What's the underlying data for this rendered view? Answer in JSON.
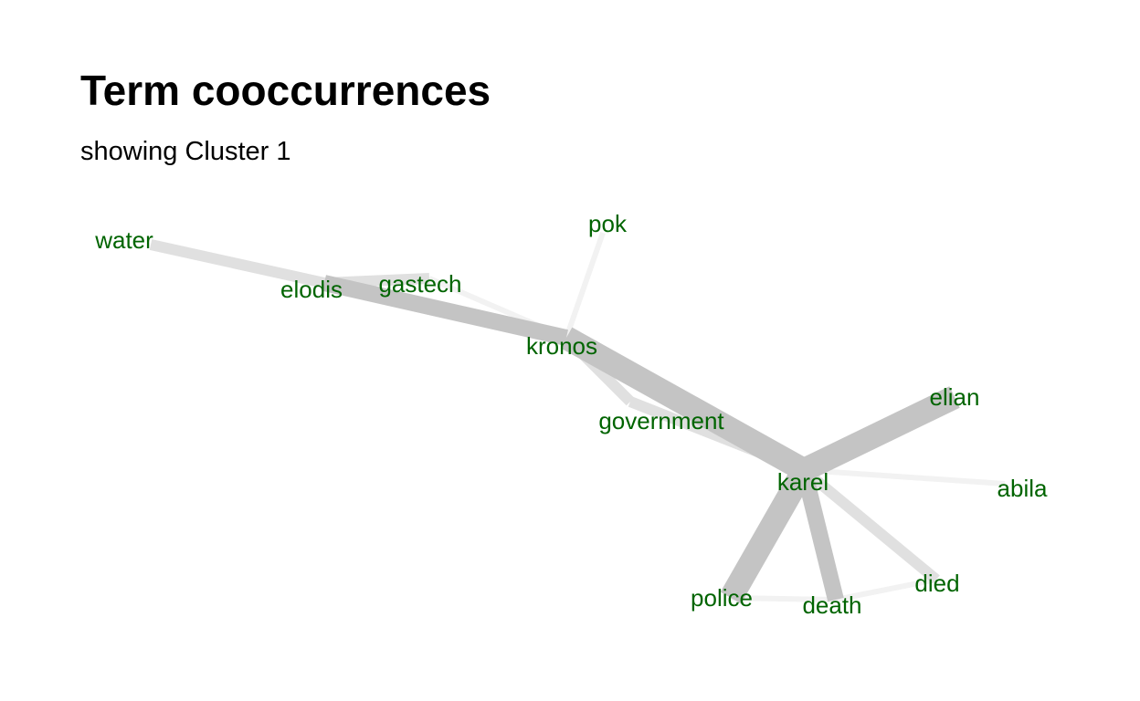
{
  "title": "Term cooccurrences",
  "subtitle": "showing Cluster 1",
  "colors": {
    "label": "#006400",
    "edge_light": "#f2f2f2",
    "edge_mid": "#e0e0e0",
    "edge_dark": "#c4c4c4"
  },
  "nodes": [
    {
      "id": "water",
      "label": "water"
    },
    {
      "id": "elodis",
      "label": "elodis"
    },
    {
      "id": "gastech",
      "label": "gastech"
    },
    {
      "id": "pok",
      "label": "pok"
    },
    {
      "id": "kronos",
      "label": "kronos"
    },
    {
      "id": "government",
      "label": "government"
    },
    {
      "id": "elian",
      "label": "elian"
    },
    {
      "id": "karel",
      "label": "karel"
    },
    {
      "id": "abila",
      "label": "abila"
    },
    {
      "id": "police",
      "label": "police"
    },
    {
      "id": "death",
      "label": "death"
    },
    {
      "id": "died",
      "label": "died"
    }
  ],
  "edges": [
    {
      "source": "water",
      "target": "elodis",
      "weight": 2
    },
    {
      "source": "elodis",
      "target": "gastech",
      "weight": 2
    },
    {
      "source": "elodis",
      "target": "kronos",
      "weight": 3
    },
    {
      "source": "gastech",
      "target": "kronos",
      "weight": 1
    },
    {
      "source": "pok",
      "target": "kronos",
      "weight": 1
    },
    {
      "source": "kronos",
      "target": "government",
      "weight": 2
    },
    {
      "source": "kronos",
      "target": "karel",
      "weight": 4
    },
    {
      "source": "government",
      "target": "karel",
      "weight": 2
    },
    {
      "source": "elian",
      "target": "karel",
      "weight": 4
    },
    {
      "source": "karel",
      "target": "abila",
      "weight": 1
    },
    {
      "source": "karel",
      "target": "police",
      "weight": 4
    },
    {
      "source": "karel",
      "target": "death",
      "weight": 3
    },
    {
      "source": "karel",
      "target": "died",
      "weight": 2
    },
    {
      "source": "police",
      "target": "death",
      "weight": 1
    },
    {
      "source": "death",
      "target": "died",
      "weight": 1
    }
  ]
}
